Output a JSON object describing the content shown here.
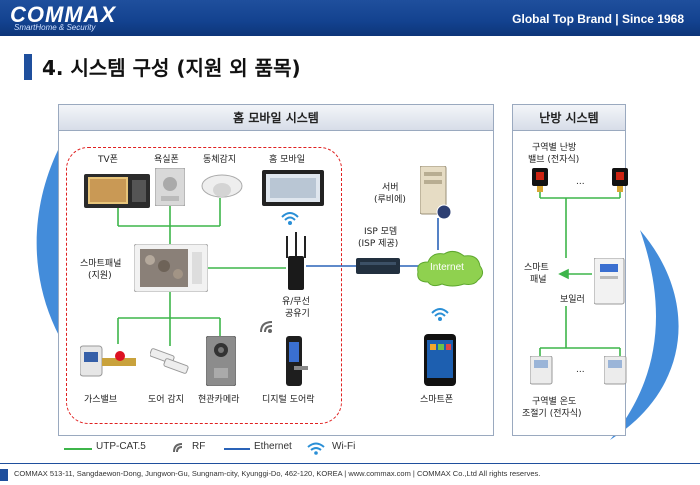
{
  "brand": {
    "logo": "COMMAX",
    "logo_sub": "SmartHome & Security",
    "tagline": "Global Top Brand | Since 1968"
  },
  "page": {
    "title": "4. 시스템 구성 (지원 외 품목)"
  },
  "panels": {
    "home_mobile": "홈 모바일 시스템",
    "heating": "난방 시스템"
  },
  "devices": {
    "tv_phone": "TV폰",
    "bath_phone": "욕실폰",
    "motion_sensor": "동체감지",
    "home_mobile": "홈 모바일",
    "smart_panel_line1": "스마트패널",
    "smart_panel_line2": "(지원)",
    "router_line1": "유/무선",
    "router_line2": "공유기",
    "gas_valve": "가스밸브",
    "door_sensor": "도어 감지",
    "door_camera": "현관카메라",
    "digital_lock": "디지털 도어락",
    "server_line1": "서버",
    "server_line2": "(루비에)",
    "isp_line1": "ISP 모뎀",
    "isp_line2": "(ISP 제공)",
    "internet": "Internet",
    "smartphone": "스마트폰"
  },
  "heating": {
    "valve_line1": "구역별 난방",
    "valve_line2": "밸브 (전자식)",
    "ellipsis": "...",
    "panel_line1": "스마트",
    "panel_line2": "패널",
    "boiler": "보일러",
    "thermo_line1": "구역별 온도",
    "thermo_line2": "조절기 (전자식)"
  },
  "legend": {
    "utp": "UTP-CAT.5",
    "rf": "RF",
    "ethernet": "Ethernet",
    "wifi": "Wi-Fi"
  },
  "colors": {
    "utp": "#3db54a",
    "ethernet": "#2a63b8",
    "brand": "#1f4f9d",
    "arrow": "#3db54a"
  },
  "footer": {
    "text": "COMMAX  513-11, Sangdaewon-Dong, Jungwon-Gu, Sungnam-city, Kyunggi-Do, 462-120, KOREA  |  www.commax.com  |  COMMAX Co.,Ltd All rights reserves."
  }
}
